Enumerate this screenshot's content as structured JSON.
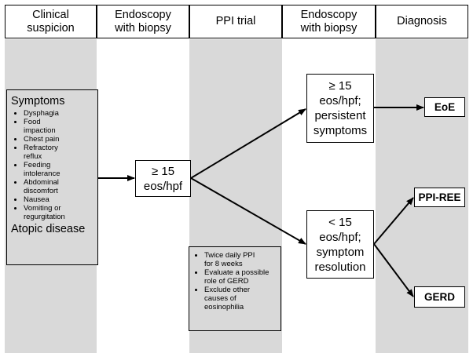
{
  "headers": {
    "clinical": "Clinical\nsuspicion",
    "endoscopy1": "Endoscopy\nwith biopsy",
    "ppi": "PPI trial",
    "endoscopy2": "Endoscopy\nwith biopsy",
    "diagnosis": "Diagnosis"
  },
  "symptoms_box": {
    "title": "Symptoms",
    "items": [
      "Dysphagia",
      "Food\nimpaction",
      "Chest pain",
      "Refractory\nreflux",
      "Feeding\nintolerance",
      "Abdominal\ndiscomfort",
      "Nausea",
      "Vomiting or\nregurgitation"
    ],
    "footer": "Atopic disease"
  },
  "biopsy_result": "≥ 15\neos/hpf",
  "ppi_box": {
    "items": [
      "Twice daily PPI\nfor 8 weeks",
      "Evaluate a possible\nrole of GERD",
      "Exclude other\ncauses of\neosinophilia"
    ]
  },
  "persistent": "≥ 15\neos/hpf;\npersistent\nsymptoms",
  "resolution": "< 15\neos/hpf;\nsymptom\nresolution",
  "diagnoses": {
    "eoe": "EoE",
    "ppi_ree": "PPI-REE",
    "gerd": "GERD"
  },
  "colors": {
    "band": "#d9d9d9",
    "box": "#ffffff",
    "line": "#000000"
  }
}
